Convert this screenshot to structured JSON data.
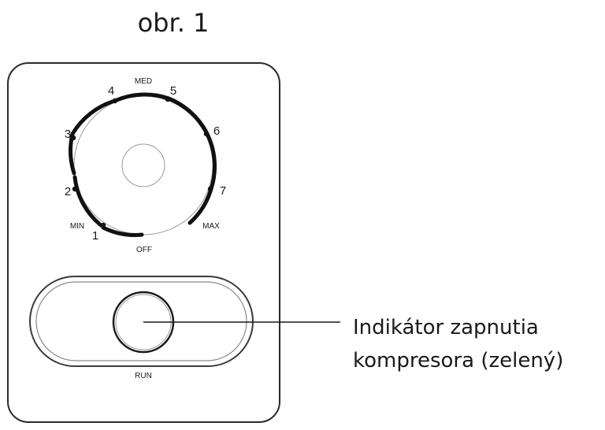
{
  "figure": {
    "title": "obr. 1",
    "dial": {
      "markers": [
        "1",
        "2",
        "3",
        "4",
        "5",
        "6",
        "7"
      ],
      "min_label": "MIN",
      "med_label": "MED",
      "max_label": "MAX",
      "off_label": "OFF"
    },
    "indicator": {
      "run_label": "RUN"
    },
    "callout": {
      "line1": "Indikátor zapnutia",
      "line2": "kompresora (zelený)"
    }
  }
}
